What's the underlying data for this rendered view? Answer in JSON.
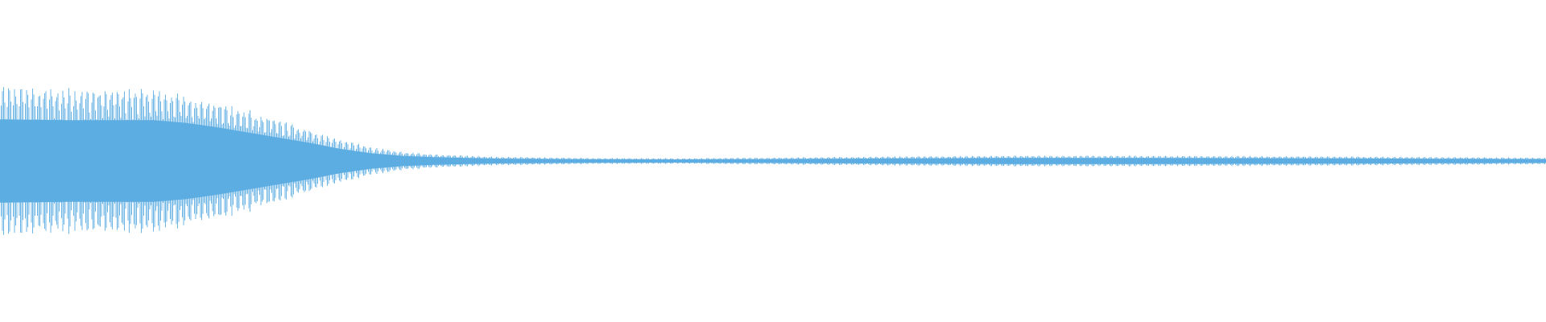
{
  "waveform": {
    "color": "#5dade2",
    "background": "#ffffff",
    "envelope": [
      {
        "t": 0.0,
        "amp": 0.48
      },
      {
        "t": 0.05,
        "amp": 0.47
      },
      {
        "t": 0.1,
        "amp": 0.47
      },
      {
        "t": 0.12,
        "amp": 0.44
      },
      {
        "t": 0.14,
        "amp": 0.39
      },
      {
        "t": 0.16,
        "amp": 0.33
      },
      {
        "t": 0.18,
        "amp": 0.27
      },
      {
        "t": 0.2,
        "amp": 0.21
      },
      {
        "t": 0.22,
        "amp": 0.14
      },
      {
        "t": 0.24,
        "amp": 0.09
      },
      {
        "t": 0.26,
        "amp": 0.06
      },
      {
        "t": 0.28,
        "amp": 0.045
      },
      {
        "t": 0.32,
        "amp": 0.028
      },
      {
        "t": 0.38,
        "amp": 0.02
      },
      {
        "t": 0.44,
        "amp": 0.018
      },
      {
        "t": 0.5,
        "amp": 0.022
      },
      {
        "t": 0.58,
        "amp": 0.03
      },
      {
        "t": 0.66,
        "amp": 0.035
      },
      {
        "t": 0.74,
        "amp": 0.034
      },
      {
        "t": 0.82,
        "amp": 0.032
      },
      {
        "t": 0.9,
        "amp": 0.028
      },
      {
        "t": 0.96,
        "amp": 0.024
      },
      {
        "t": 1.0,
        "amp": 0.022
      }
    ]
  }
}
